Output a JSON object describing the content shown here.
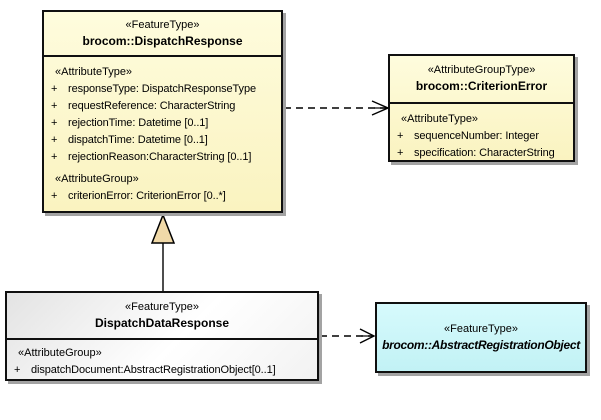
{
  "colors": {
    "class_yellow": "#FAF3C0",
    "class_gray": "#EFEFEF",
    "class_cyan": "#C9F5F7",
    "border": "#101010",
    "shadow": "#A3A3A3",
    "connector": "#000000",
    "generalization_triangle_fill": "#F0D9A8"
  },
  "boxes": {
    "dispatch_response": {
      "stereotype": "«FeatureType»",
      "name": "brocom::DispatchResponse",
      "sections": [
        {
          "heading": "«AttributeType»",
          "attrs": [
            {
              "vis": "+",
              "text": "responseType: DispatchResponseType"
            },
            {
              "vis": "+",
              "text": "requestReference: CharacterString"
            },
            {
              "vis": "+",
              "text": "rejectionTime: Datetime [0..1]"
            },
            {
              "vis": "+",
              "text": "dispatchTime: Datetime [0..1]"
            },
            {
              "vis": "+",
              "text": "rejectionReason:CharacterString [0..1]"
            }
          ]
        },
        {
          "heading": "«AttributeGroup»",
          "attrs": [
            {
              "vis": "+",
              "text": "criterionError: CriterionError [0..*]"
            }
          ]
        }
      ]
    },
    "criterion_error": {
      "stereotype": "«AttributeGroupType»",
      "name": "brocom::CriterionError",
      "sections": [
        {
          "heading": "«AttributeType»",
          "attrs": [
            {
              "vis": "+",
              "text": "sequenceNumber: Integer"
            },
            {
              "vis": "+",
              "text": "specification: CharacterString"
            }
          ]
        }
      ]
    },
    "dispatch_data_response": {
      "stereotype": "«FeatureType»",
      "name": "DispatchDataResponse",
      "sections": [
        {
          "heading": "«AttributeGroup»",
          "attrs": [
            {
              "vis": "+",
              "text": "dispatchDocument:AbstractRegistrationObject[0..1]"
            }
          ]
        }
      ]
    },
    "abstract_registration_object": {
      "stereotype": "«FeatureType»",
      "name": "brocom::AbstractRegistrationObject"
    }
  },
  "connectors": [
    {
      "type": "dependency",
      "style": "dashed-open-arrow",
      "from": "brocom::DispatchResponse",
      "to": "brocom::CriterionError"
    },
    {
      "type": "generalization",
      "style": "solid-hollow-triangle",
      "from": "DispatchDataResponse",
      "to": "brocom::DispatchResponse"
    },
    {
      "type": "dependency",
      "style": "dashed-open-arrow",
      "from": "DispatchDataResponse",
      "to": "brocom::AbstractRegistrationObject"
    }
  ]
}
